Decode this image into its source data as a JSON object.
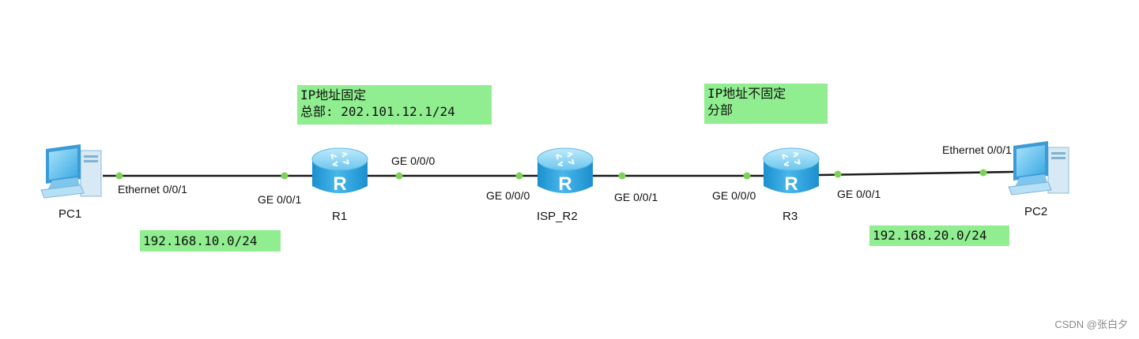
{
  "colors": {
    "link": "#1a1a1a",
    "port_dot": "#7dd35a",
    "note_bg": "#90ee90",
    "router_top": "#8fd6f4",
    "router_body": "#2fa6dd",
    "pc_screen": "#5cc1ef"
  },
  "devices": {
    "pc1": {
      "name": "PC1",
      "icon": "pc-icon"
    },
    "r1": {
      "name": "R1",
      "icon": "router-icon"
    },
    "isp_r2": {
      "name": "ISP_R2",
      "icon": "router-icon"
    },
    "r3": {
      "name": "R3",
      "icon": "router-icon"
    },
    "pc2": {
      "name": "PC2",
      "icon": "pc-icon"
    }
  },
  "ports": {
    "pc1_eth": "Ethernet 0/0/1",
    "r1_ge1": "GE 0/0/1",
    "r1_ge0": "GE 0/0/0",
    "isp_ge0": "GE 0/0/0",
    "isp_ge1": "GE 0/0/1",
    "r3_ge0": "GE 0/0/0",
    "r3_ge1": "GE 0/0/1",
    "pc2_eth": "Ethernet 0/0/1"
  },
  "notes": {
    "hq": {
      "line1": "IP地址固定",
      "line2": "总部: 202.101.12.1/24"
    },
    "branch": {
      "line1": "IP地址不固定",
      "line2": "分部"
    },
    "lan1": "192.168.10.0/24",
    "lan2": "192.168.20.0/24"
  },
  "watermark": "CSDN @张白夕"
}
